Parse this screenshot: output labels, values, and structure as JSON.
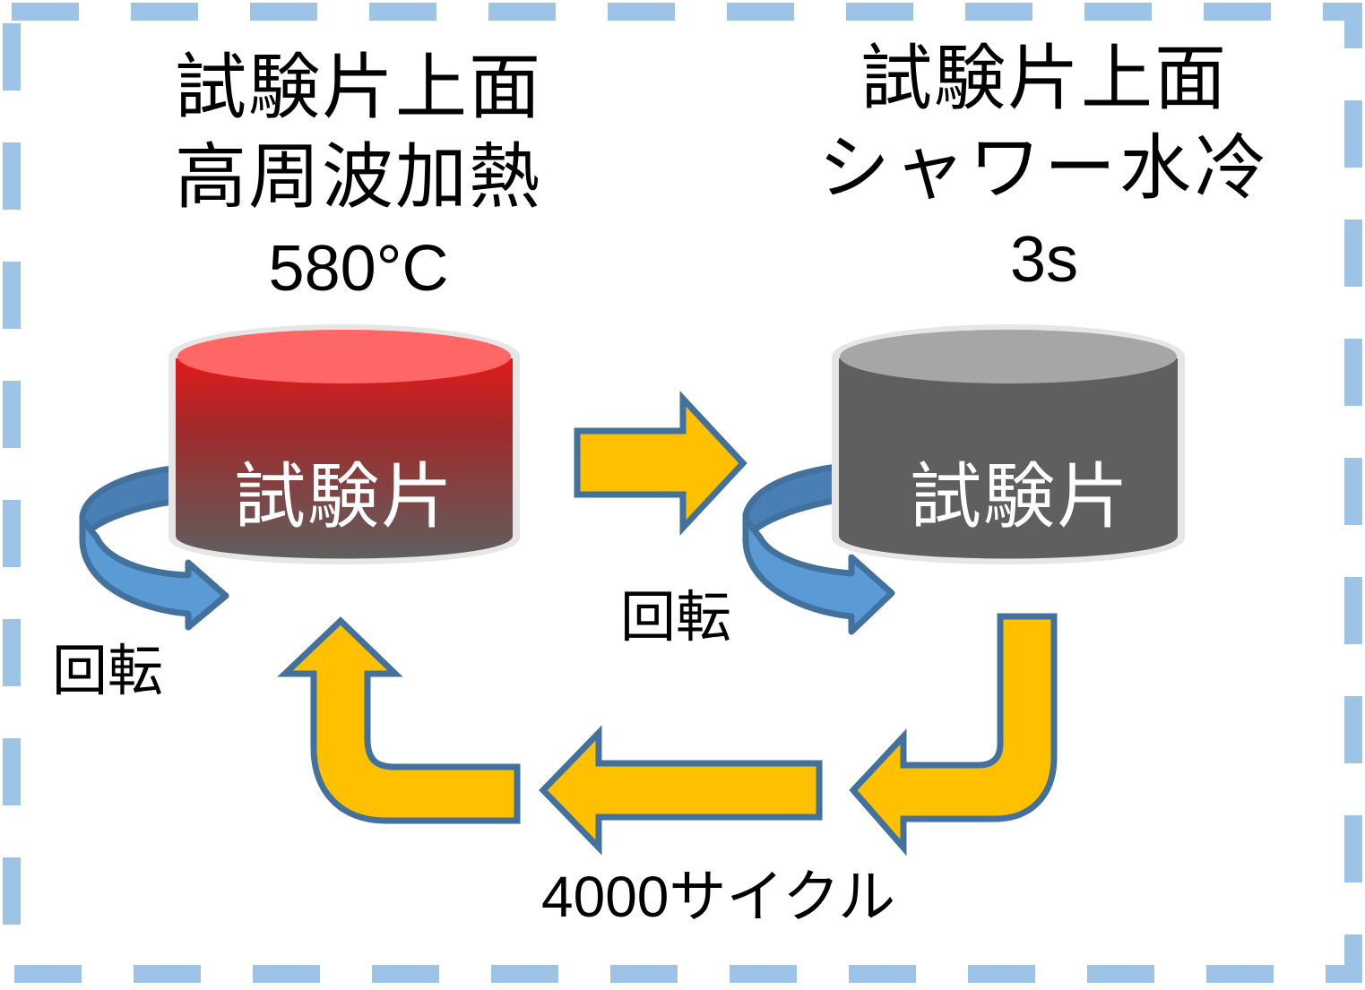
{
  "left_step": {
    "title_line1": "試験片上面",
    "title_line2": "高周波加熱",
    "value": "580°C",
    "specimen_label": "試験片",
    "rotation_label": "回転"
  },
  "right_step": {
    "title_line1": "試験片上面",
    "title_line2": "シャワー水冷",
    "value": "3s",
    "specimen_label": "試験片",
    "rotation_label": "回転"
  },
  "cycle_label": "4000サイクル",
  "colors": {
    "border_dash": "#9dc3e6",
    "arrow_fill": "#ffc000",
    "arrow_stroke": "#41719c",
    "rotation_light": "#5b9bd5",
    "rotation_dark": "#4a7fb6",
    "cylinder_body": "#5f5f5f",
    "cylinder_rim": "#e6e6e6",
    "hot_top": "#ff6666",
    "hot_band": "#d42020",
    "cool_top": "#a6a6a6"
  }
}
